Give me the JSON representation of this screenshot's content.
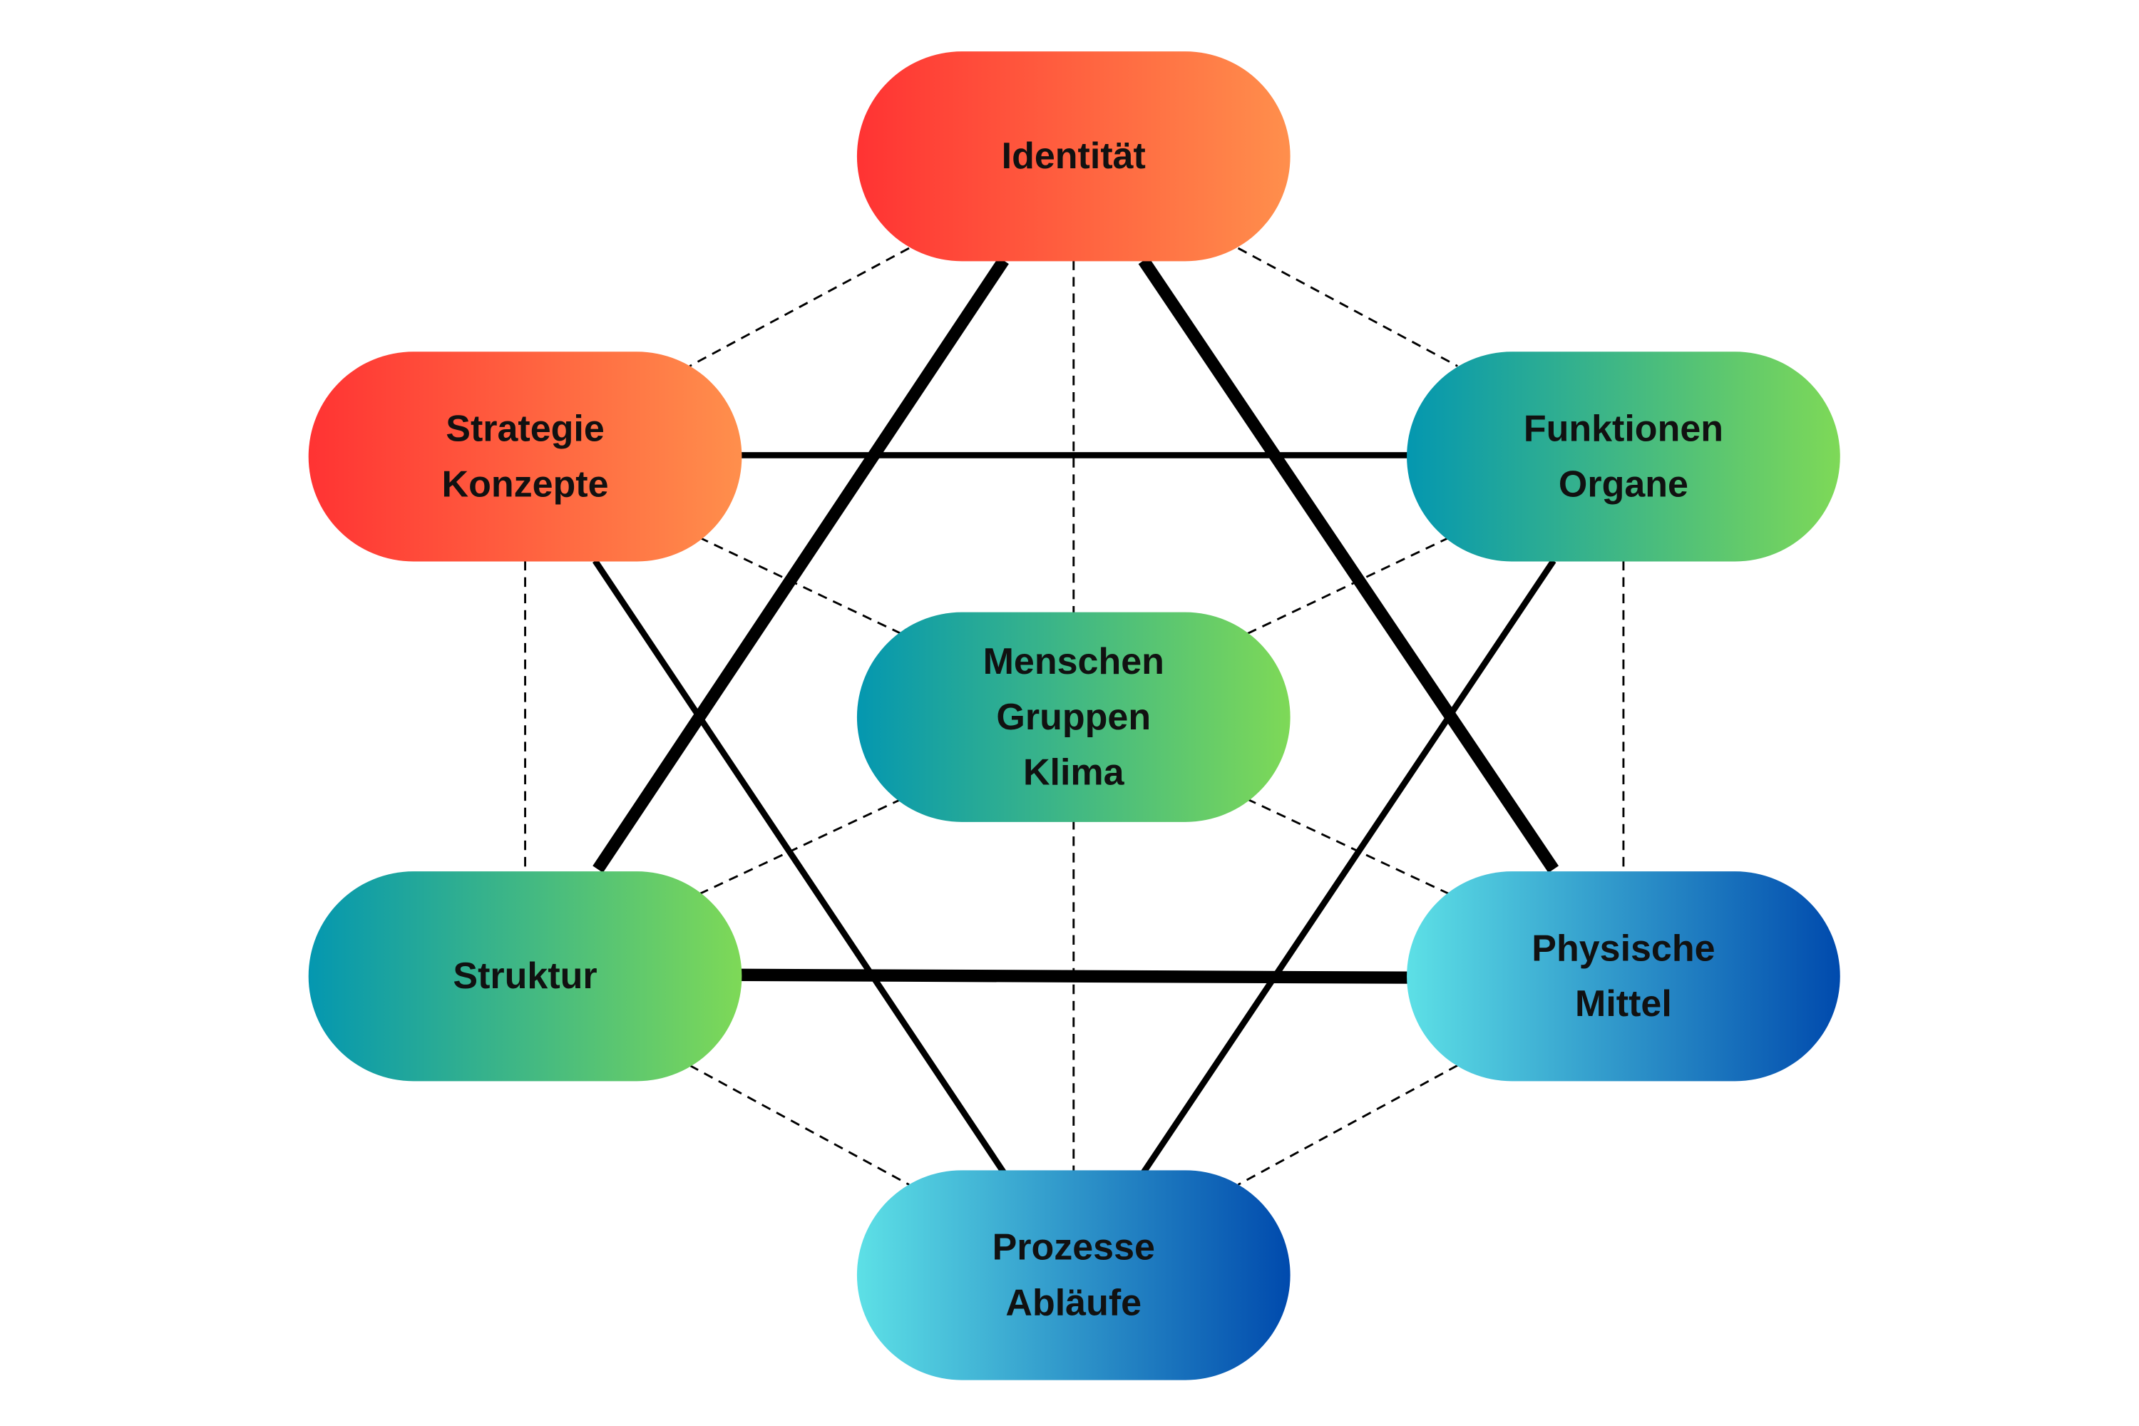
{
  "nodes": {
    "identity": {
      "lines": [
        "Identität"
      ],
      "gradient": "red-orange"
    },
    "strategy": {
      "lines": [
        "Strategie",
        "Konzepte"
      ],
      "gradient": "red-orange"
    },
    "functions": {
      "lines": [
        "Funktionen",
        "Organe"
      ],
      "gradient": "teal-green"
    },
    "people": {
      "lines": [
        "Menschen",
        "Gruppen",
        "Klima"
      ],
      "gradient": "teal-green"
    },
    "structure": {
      "lines": [
        "Struktur"
      ],
      "gradient": "teal-green"
    },
    "physical": {
      "lines": [
        "Physische",
        "Mittel"
      ],
      "gradient": "cyan-blue"
    },
    "processes": {
      "lines": [
        "Prozesse",
        "Abläufe"
      ],
      "gradient": "cyan-blue"
    }
  },
  "edges": [
    {
      "from": "identity",
      "to": "structure",
      "style": "thick"
    },
    {
      "from": "identity",
      "to": "physical",
      "style": "thick"
    },
    {
      "from": "structure",
      "to": "physical",
      "style": "thick"
    },
    {
      "from": "strategy",
      "to": "functions",
      "style": "medium"
    },
    {
      "from": "strategy",
      "to": "processes",
      "style": "medium"
    },
    {
      "from": "functions",
      "to": "processes",
      "style": "medium"
    },
    {
      "from": "identity",
      "to": "strategy",
      "style": "dashed"
    },
    {
      "from": "identity",
      "to": "functions",
      "style": "dashed"
    },
    {
      "from": "identity",
      "to": "processes",
      "style": "dashed"
    },
    {
      "from": "strategy",
      "to": "structure",
      "style": "dashed"
    },
    {
      "from": "functions",
      "to": "physical",
      "style": "dashed"
    },
    {
      "from": "structure",
      "to": "processes",
      "style": "dashed"
    },
    {
      "from": "physical",
      "to": "processes",
      "style": "dashed"
    },
    {
      "from": "strategy",
      "to": "people",
      "style": "dashed"
    },
    {
      "from": "functions",
      "to": "people",
      "style": "dashed"
    },
    {
      "from": "structure",
      "to": "people",
      "style": "dashed"
    },
    {
      "from": "physical",
      "to": "people",
      "style": "dashed"
    }
  ],
  "colors": {
    "red-orange": [
      "#ff3333",
      "#ff8f4c"
    ],
    "teal-green": [
      "#0497b0",
      "#7ed957"
    ],
    "cyan-blue": [
      "#5de0e6",
      "#004aad"
    ],
    "line": "#000000",
    "text": "#111111"
  }
}
